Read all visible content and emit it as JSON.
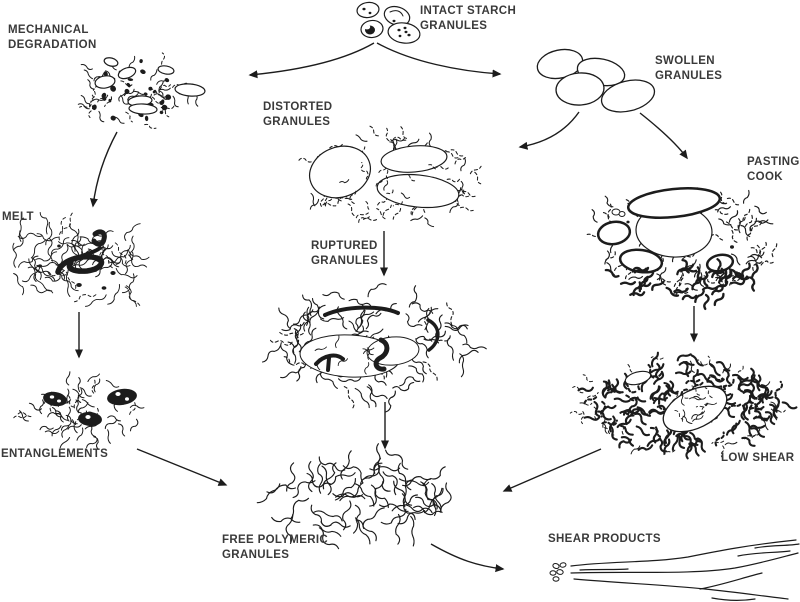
{
  "colors": {
    "ink": "#1c1c1c",
    "label_text": "#3a3a3a",
    "background": "#ffffff"
  },
  "nodes": {
    "intact_starch_granules": {
      "label": "INTACT STARCH\nGRANULES"
    },
    "mechanical_degradation": {
      "label": "MECHANICAL\nDEGRADATION"
    },
    "swollen_granules": {
      "label": "SWOLLEN\nGRANULES"
    },
    "distorted_granules": {
      "label": "DISTORTED\nGRANULES"
    },
    "melt": {
      "label": "MELT"
    },
    "ruptured_granules": {
      "label": "RUPTURED\nGRANULES"
    },
    "pasting_cook": {
      "label": "PASTING\nCOOK"
    },
    "entanglements": {
      "label": "ENTANGLEMENTS"
    },
    "low_shear": {
      "label": "LOW SHEAR"
    },
    "free_polymeric_granules": {
      "label": "FREE POLYMERIC\nGRANULES"
    },
    "shear_products": {
      "label": "SHEAR PRODUCTS"
    }
  },
  "edges": [
    {
      "from": "intact_starch_granules",
      "to": "mechanical_degradation"
    },
    {
      "from": "intact_starch_granules",
      "to": "swollen_granules"
    },
    {
      "from": "mechanical_degradation",
      "to": "melt"
    },
    {
      "from": "melt",
      "to": "entanglements"
    },
    {
      "from": "entanglements",
      "to": "free_polymeric_granules"
    },
    {
      "from": "swollen_granules",
      "to": "distorted_granules"
    },
    {
      "from": "swollen_granules",
      "to": "pasting_cook"
    },
    {
      "from": "distorted_granules",
      "to": "ruptured_granules"
    },
    {
      "from": "ruptured_granules",
      "to": "free_polymeric_granules"
    },
    {
      "from": "pasting_cook",
      "to": "low_shear"
    },
    {
      "from": "low_shear",
      "to": "free_polymeric_granules"
    },
    {
      "from": "free_polymeric_granules",
      "to": "shear_products"
    }
  ]
}
